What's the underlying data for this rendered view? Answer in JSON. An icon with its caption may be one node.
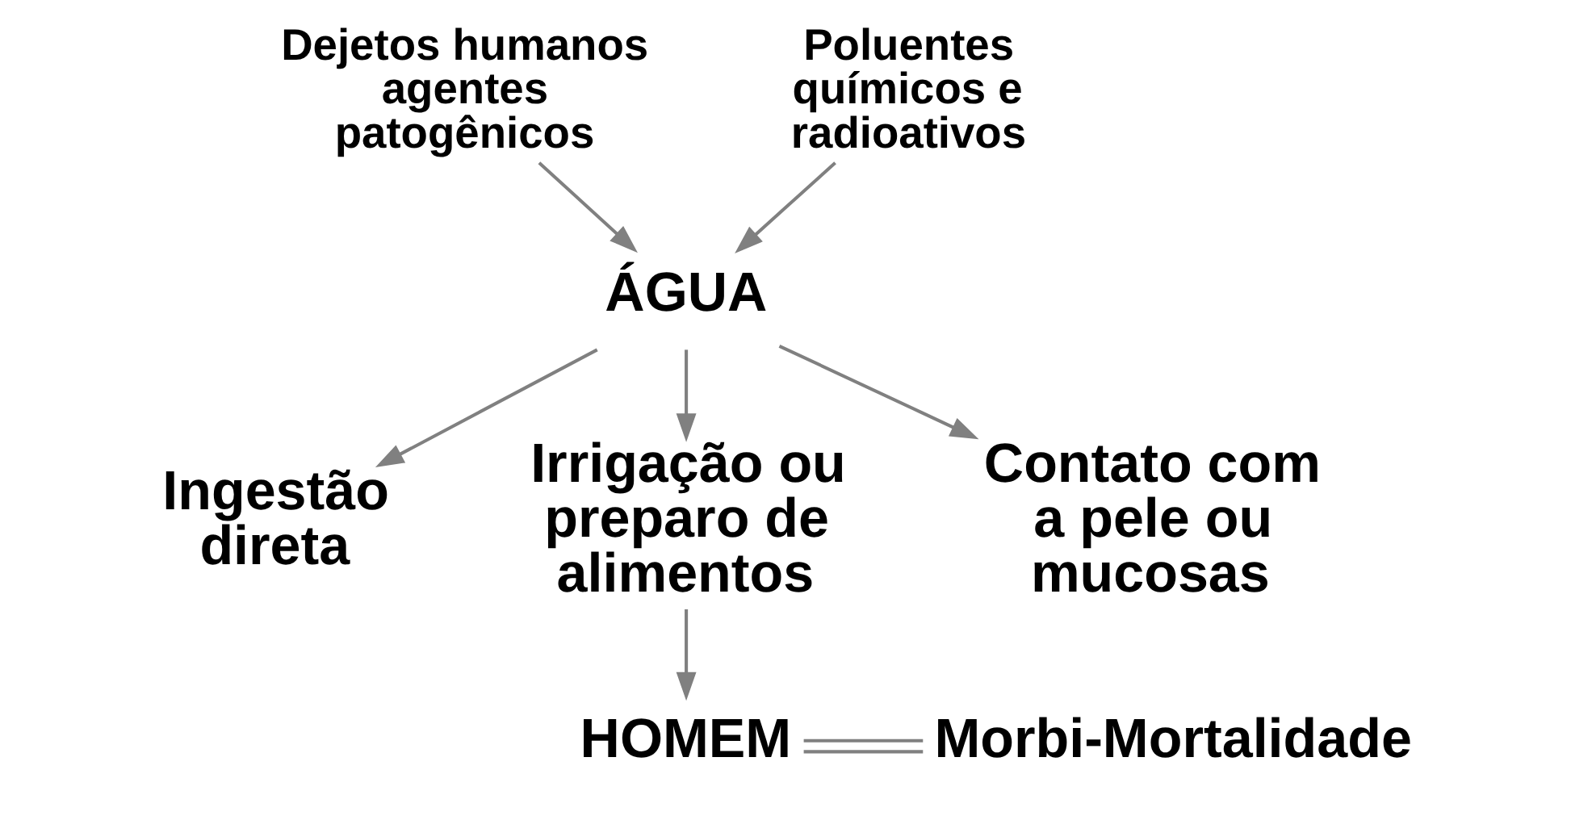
{
  "diagram": {
    "nodes": [
      {
        "text": [
          "Dejetos humanos agentes patogênicos"
        ]
      },
      {
        "text": [
          "Poluentes químicos e radioativos"
        ]
      },
      {
        "text": [
          "ÁGUA"
        ]
      },
      {
        "text": [
          "Ingestão direta"
        ]
      },
      {
        "text": [
          "Irrigação ou preparo de alimentos"
        ]
      },
      {
        "text": [
          "Contato com a pele ou mucosas"
        ]
      },
      {
        "text": [
          "HOMEM"
        ]
      },
      {
        "text": [
          "Morbi-Mortalidade"
        ]
      }
    ],
    "edges": [
      {
        "from": 0,
        "to": 2,
        "arrow": "to"
      },
      {
        "from": 1,
        "to": 2,
        "arrow": "to"
      },
      {
        "from": 2,
        "to": 3,
        "arrow": "to"
      },
      {
        "from": 2,
        "to": 4,
        "arrow": "to"
      },
      {
        "from": 2,
        "to": 5,
        "arrow": "to"
      },
      {
        "from": 4,
        "to": 6,
        "arrow": "to"
      },
      {
        "from": 6,
        "to": 7,
        "arrow": "none"
      }
    ]
  }
}
